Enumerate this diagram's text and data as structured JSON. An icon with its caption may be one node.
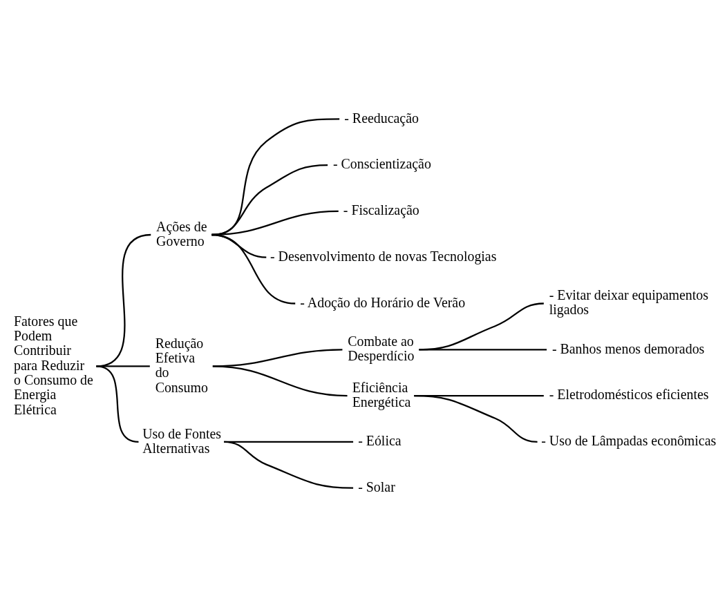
{
  "diagram": {
    "nodes": [
      {
        "text": [
          "Fatores que Podem Contribuir para Reduzir o Consumo de Energia Elétrica"
        ]
      },
      {
        "text": [
          "Ações de Governo"
        ]
      },
      {
        "text": [
          "- Reeducação"
        ]
      },
      {
        "text": [
          "- Conscientização"
        ]
      },
      {
        "text": [
          "- Fiscalização"
        ]
      },
      {
        "text": [
          "- Desenvolvimento de novas Tecnologias"
        ]
      },
      {
        "text": [
          "- Adoção do Horário de Verão"
        ]
      },
      {
        "text": [
          "Redução Efetiva do Consumo"
        ]
      },
      {
        "text": [
          "Combate ao Desperdício"
        ]
      },
      {
        "text": [
          "- Evitar deixar equipamentos ligados"
        ]
      },
      {
        "text": [
          "- Banhos menos demorados"
        ]
      },
      {
        "text": [
          "Eficiência Energética"
        ]
      },
      {
        "text": [
          "- Eletrodomésticos eficientes"
        ]
      },
      {
        "text": [
          "- Uso de Lâmpadas econômicas"
        ]
      },
      {
        "text": [
          "Uso de Fontes Alternativas"
        ]
      },
      {
        "text": [
          "- Eólica"
        ]
      },
      {
        "text": [
          "- Solar"
        ]
      }
    ],
    "edges": [
      {
        "from": 0,
        "to": 1,
        "arrow": "none"
      },
      {
        "from": 0,
        "to": 7,
        "arrow": "none"
      },
      {
        "from": 0,
        "to": 14,
        "arrow": "none"
      },
      {
        "from": 1,
        "to": 2,
        "arrow": "none"
      },
      {
        "from": 1,
        "to": 3,
        "arrow": "none"
      },
      {
        "from": 1,
        "to": 4,
        "arrow": "none"
      },
      {
        "from": 1,
        "to": 5,
        "arrow": "none"
      },
      {
        "from": 1,
        "to": 6,
        "arrow": "none"
      },
      {
        "from": 7,
        "to": 8,
        "arrow": "none"
      },
      {
        "from": 7,
        "to": 11,
        "arrow": "none"
      },
      {
        "from": 8,
        "to": 9,
        "arrow": "none"
      },
      {
        "from": 8,
        "to": 10,
        "arrow": "none"
      },
      {
        "from": 11,
        "to": 12,
        "arrow": "none"
      },
      {
        "from": 11,
        "to": 13,
        "arrow": "none"
      },
      {
        "from": 14,
        "to": 15,
        "arrow": "none"
      },
      {
        "from": 14,
        "to": 16,
        "arrow": "none"
      }
    ]
  }
}
